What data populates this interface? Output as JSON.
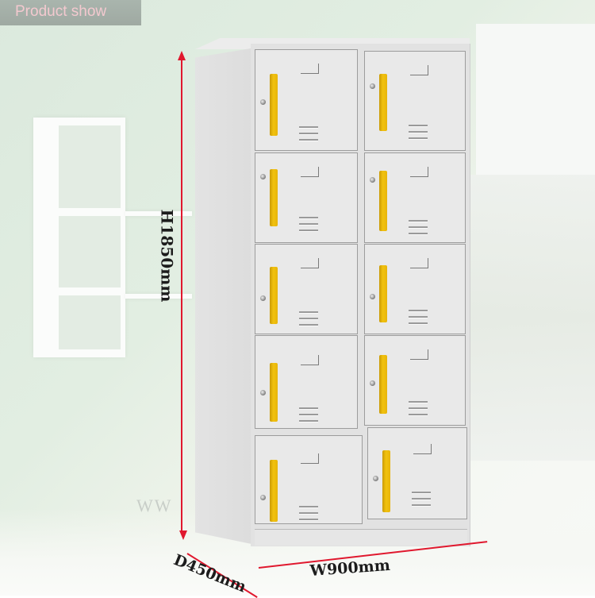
{
  "header": {
    "title": "Product show"
  },
  "product": {
    "type": "steel locker cabinet",
    "columns": 2,
    "rows": 5,
    "doors": 10,
    "body_color": "#e2e2e2",
    "handle_color": "#f2c20f"
  },
  "dimensions": {
    "height_label": "H1850mm",
    "depth_label": "D450mm",
    "width_label": "W900mm",
    "arrow_color": "#e0182e"
  },
  "watermark": {
    "text": "WW"
  }
}
